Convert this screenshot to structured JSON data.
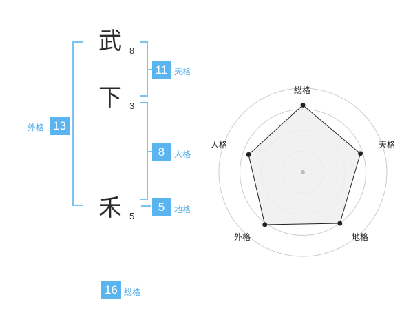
{
  "characters": [
    {
      "char": "武",
      "strokes": "8"
    },
    {
      "char": "下",
      "strokes": "3"
    },
    {
      "char": "禾",
      "strokes": "5"
    }
  ],
  "fortunes": {
    "tenkaku": {
      "value": "11",
      "label": "天格"
    },
    "jinkaku": {
      "value": "8",
      "label": "人格"
    },
    "chikaku": {
      "value": "5",
      "label": "地格"
    },
    "gaikaku": {
      "value": "13",
      "label": "外格"
    },
    "soukaku": {
      "value": "16",
      "label": "総格"
    }
  },
  "chart_data": {
    "type": "radar",
    "axes": [
      "総格",
      "天格",
      "地格",
      "外格",
      "人格"
    ],
    "values": [
      0.8,
      0.72,
      0.75,
      0.77,
      0.68
    ],
    "range": [
      0,
      1
    ],
    "colors": {
      "fill": "#eeeeee",
      "line": "#222222",
      "point": "#222222",
      "grid": "#cccccc"
    }
  }
}
